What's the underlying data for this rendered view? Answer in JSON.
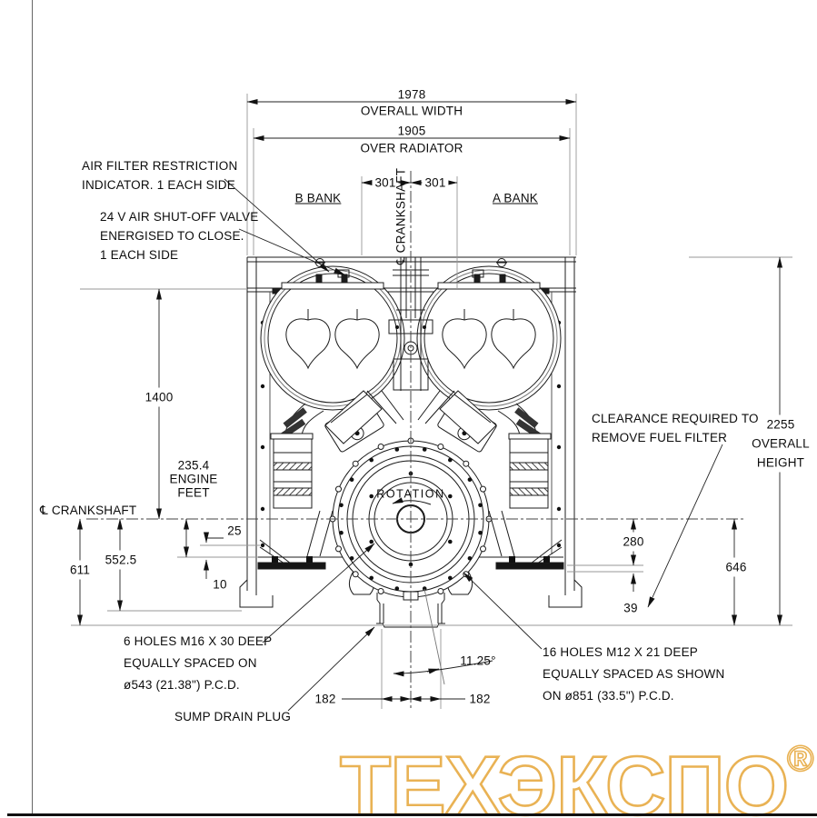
{
  "dimensions": {
    "overall_width": {
      "value": "1978",
      "label": "OVERALL WIDTH"
    },
    "over_radiator": {
      "value": "1905",
      "label": "OVER RADIATOR"
    },
    "bank_left": "301",
    "bank_right": "301",
    "height_1400": "1400",
    "engine_feet": "235.4\nENGINE\nFEET",
    "dim_25": "25",
    "dim_10": "10",
    "dim_552_5": "552.5",
    "dim_611": "611",
    "dim_280": "280",
    "dim_39": "39",
    "dim_646": "646",
    "overall_height": "2255\nOVERALL\nHEIGHT",
    "dim_182_left": "182",
    "dim_182_right": "182",
    "angle": "11.25°"
  },
  "labels": {
    "air_filter": "AIR FILTER RESTRICTION\nINDICATOR. 1 EACH SIDE",
    "shutoff_valve": "24 V AIR SHUT-OFF VALVE\nENERGISED TO CLOSE.\n1 EACH SIDE",
    "b_bank": "B BANK",
    "a_bank": "A BANK",
    "crankshaft_top": "℄ CRANKSHAFT",
    "crankshaft_left": "℄ CRANKSHAFT",
    "clearance": "CLEARANCE REQUIRED TO\nREMOVE FUEL FILTER",
    "rotation": "ROTATION",
    "holes_6": "6 HOLES M16 X 30 DEEP\nEQUALLY SPACED ON\nø543 (21.38\") P.C.D.",
    "holes_16": "16 HOLES M12 X 21 DEEP\nEQUALLY SPACED AS SHOWN\nON ø851 (33.5\") P.C.D.",
    "sump_drain": "SUMP DRAIN PLUG"
  },
  "watermark": {
    "text": "ТЕХЭКСПО",
    "registered": "®",
    "color": "#E9B254"
  }
}
